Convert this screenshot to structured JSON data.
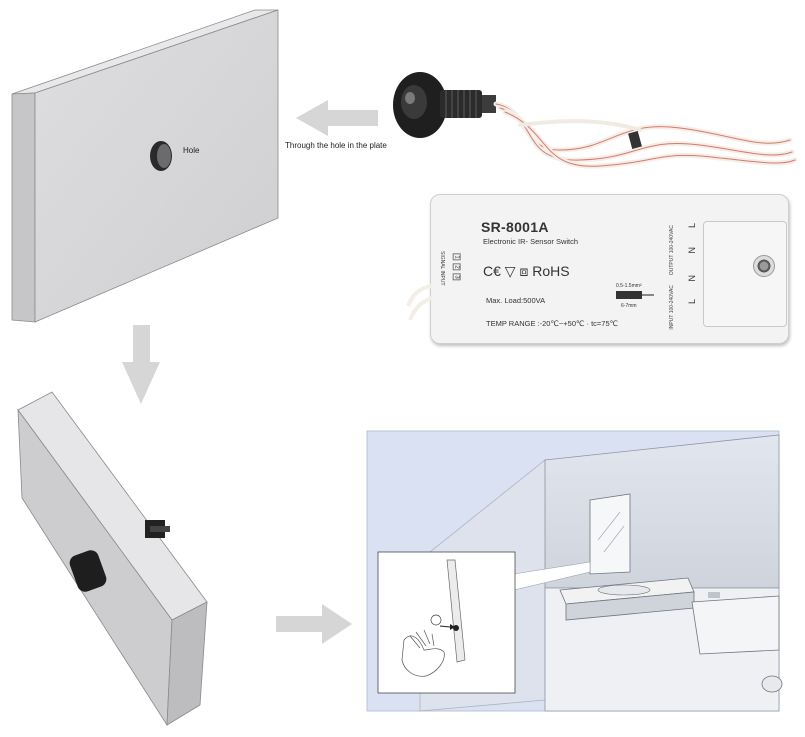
{
  "labels": {
    "hole": "Hole",
    "through": "Through  the  hole in the plate"
  },
  "controller": {
    "model": "SR-8001A",
    "subtitle": "Electronic IR- Sensor Switch",
    "certifications": "C€ ▽ ⧈ RoHS",
    "max_load": "Max. Load:500VA",
    "temp_range": "TEMP RANGE :-20℃~+50℃ · tc=75℃",
    "signal_input": "SIGNAL INPUT",
    "pins": [
      "1",
      "2",
      "3"
    ],
    "wire_spec": "0.5-1.5mm²",
    "strip_length": "6-7mm",
    "output_label": "OUTPUT 100-240VAC",
    "input_label": "INPUT 100-240VAC",
    "terminals": [
      "L",
      "N",
      "N",
      "L"
    ]
  },
  "colors": {
    "panel_face": "#d9d9da",
    "panel_side": "#c2c2c4",
    "arrow": "#d4d4d4",
    "scene_bg": "#d9e1f2",
    "wire_red": "#d97870"
  }
}
